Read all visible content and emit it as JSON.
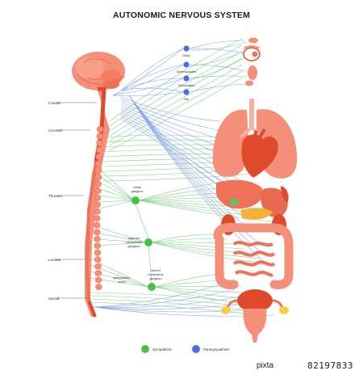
{
  "title": "AUTONOMIC NERVOUS SYSTEM",
  "spine_regions": [
    "Cranial",
    "Cervical",
    "Thoracic",
    "Lumbar",
    "Sacral"
  ],
  "parasympathetic_ganglia": [
    "Ciliary",
    "Sphenopalatine",
    "Submaxillary",
    "Otic"
  ],
  "sympathetic_ganglia": {
    "celiac": [
      "celiac",
      "ganglion"
    ],
    "superior_mesenteric": [
      "superior",
      "mesenteric",
      "ganglion"
    ],
    "inferior_mesenteric": [
      "inferior",
      "mesenteric",
      "ganglion"
    ]
  },
  "sympathetic_chain": [
    "sympathetic",
    "chain"
  ],
  "legend": {
    "sympathetic": "Sympathetic",
    "parasympathetic": "Parasympathetic"
  },
  "watermark": {
    "logo": "pixta",
    "id": "82197833"
  },
  "colors": {
    "sympathetic": "#46c24b",
    "parasympathetic": "#4a6ee0",
    "nerve_green": "#7fd08a",
    "nerve_blue": "#8da4ea",
    "organ_light": "#f4907a",
    "organ_mid": "#ee7258",
    "organ_dark": "#e04a2c",
    "spine": "#f2806a"
  }
}
